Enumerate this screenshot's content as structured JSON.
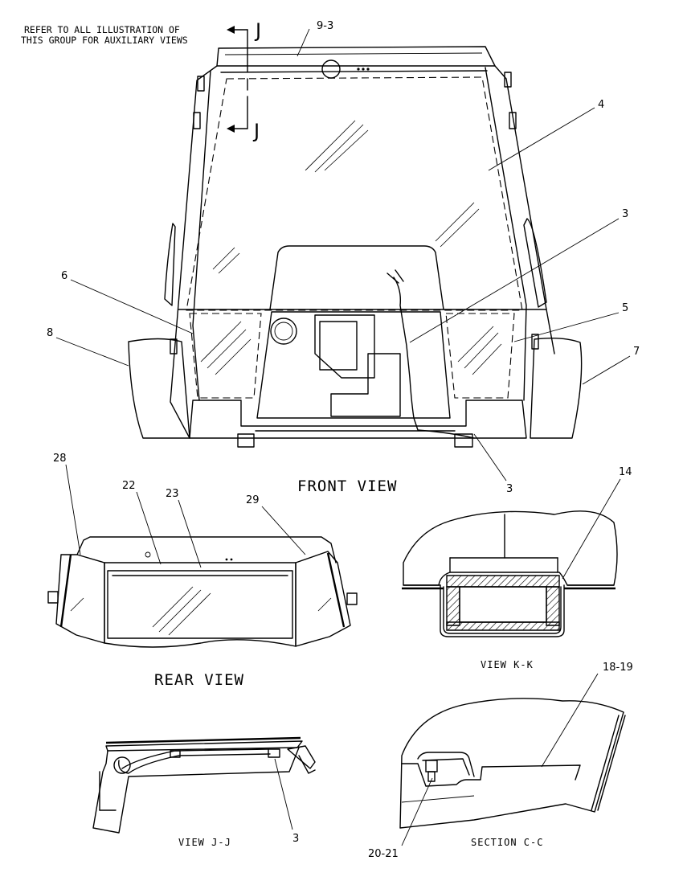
{
  "note": {
    "line1": "REFER TO ALL ILLUSTRATION OF",
    "line2": "THIS GROUP FOR AUXILIARY VIEWS"
  },
  "section_markers": {
    "top": "J",
    "bottom": "J"
  },
  "view_titles": {
    "front": "FRONT VIEW",
    "rear": "REAR VIEW",
    "kk": "VIEW K-K",
    "jj": "VIEW J-J",
    "cc": "SECTION C-C"
  },
  "callouts": {
    "c9_3": "9-3",
    "c4": "4",
    "c3_upper": "3",
    "c6": "6",
    "c5": "5",
    "c8": "8",
    "c7": "7",
    "c3_front_bottom": "3",
    "c28": "28",
    "c22": "22",
    "c23": "23",
    "c29": "29",
    "c14": "14",
    "c18_19": "18-19",
    "c3_jj": "3",
    "c20_21": "20-21"
  }
}
